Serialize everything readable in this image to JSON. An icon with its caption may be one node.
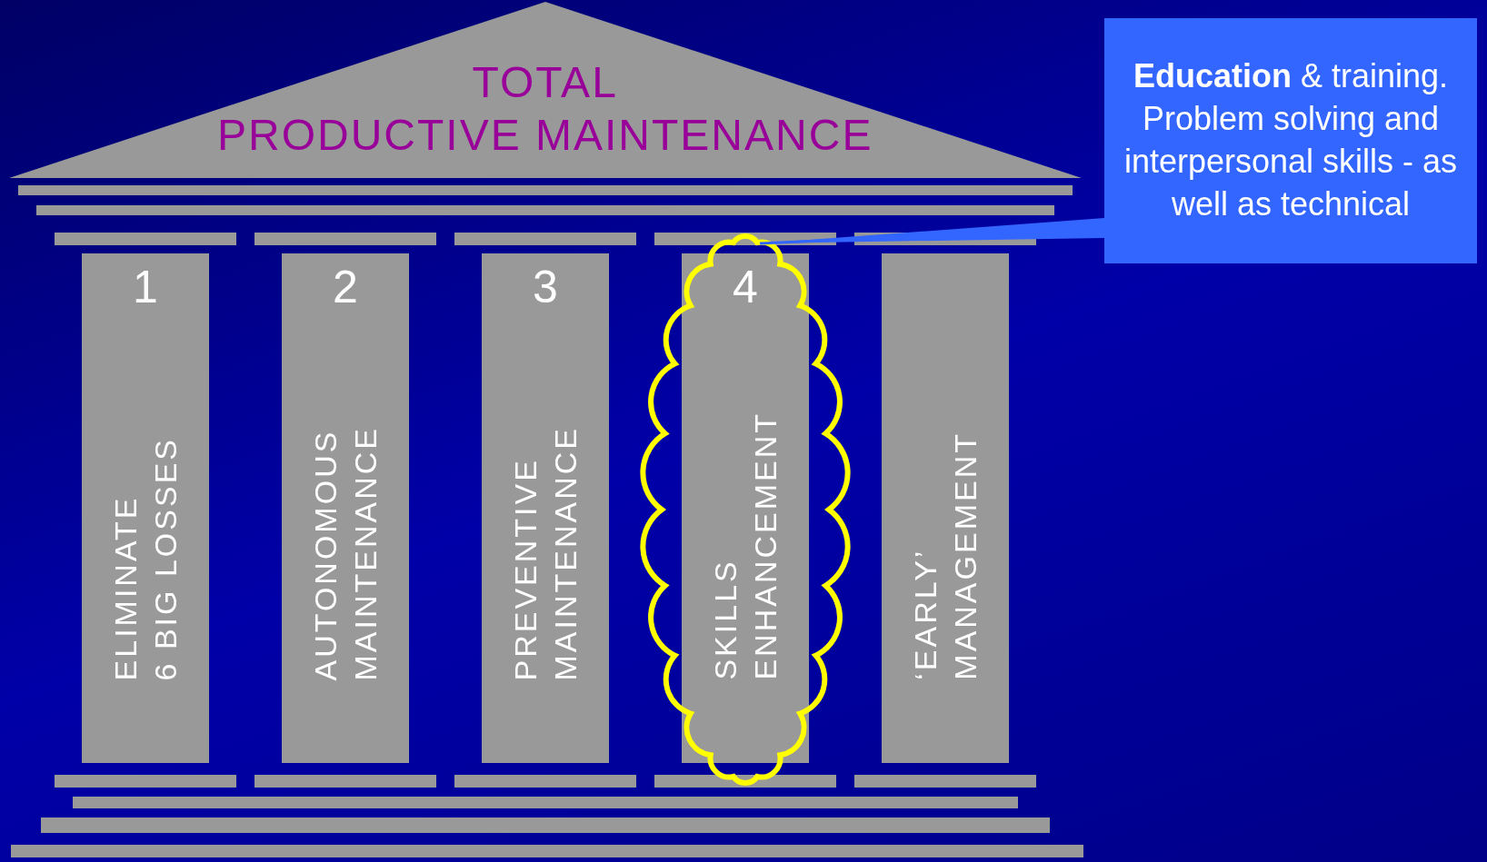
{
  "diagram": {
    "nodes": [
      {
        "text": [
          "TOTAL PRODUCTIVE MAINTENANCE"
        ]
      },
      {
        "text": [
          "1",
          "ELIMINATE 6 BIG LOSSES"
        ]
      },
      {
        "text": [
          "2",
          "AUTONOMOUS MAINTENANCE"
        ]
      },
      {
        "text": [
          "3",
          "PREVENTIVE MAINTENANCE"
        ]
      },
      {
        "text": [],
        "shape": "cloud"
      },
      {
        "text": [
          "4",
          "SKILLS ENHANCEMENT"
        ],
        "in": 4
      },
      {
        "text": [
          "‘EARLY’ MANAGEMENT"
        ]
      },
      {
        "text": [
          "**Education** & training. Problem solving and interpersonal skills - as well as technical"
        ]
      }
    ],
    "edges": [
      {
        "from": 7,
        "to": 4,
        "arrow": "none"
      }
    ]
  }
}
